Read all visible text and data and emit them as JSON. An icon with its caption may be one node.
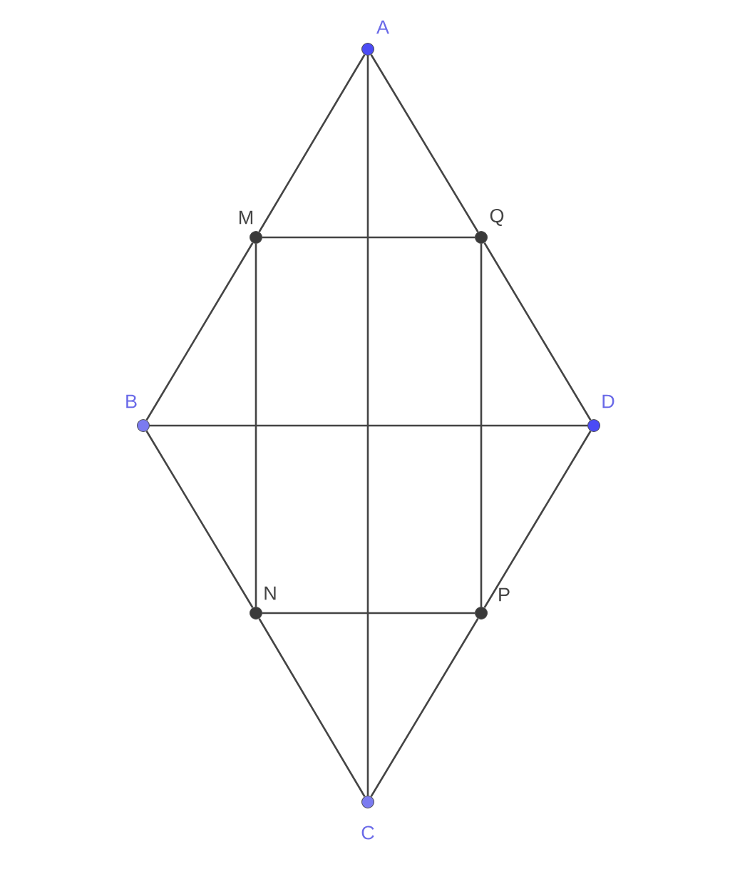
{
  "diagram": {
    "nodes": [
      {
        "text": [
          "A"
        ]
      },
      {
        "text": [
          "B"
        ]
      },
      {
        "text": [
          "C"
        ]
      },
      {
        "text": [
          "D"
        ]
      },
      {
        "text": [
          "M"
        ]
      },
      {
        "text": [
          "N"
        ]
      },
      {
        "text": [
          "P"
        ]
      },
      {
        "text": [
          "Q"
        ]
      }
    ],
    "edges": [
      {
        "from": 0,
        "to": 4,
        "arrow": "none"
      },
      {
        "from": 4,
        "to": 1,
        "arrow": "none"
      },
      {
        "from": 0,
        "to": 7,
        "arrow": "none"
      },
      {
        "from": 7,
        "to": 3,
        "arrow": "none"
      },
      {
        "from": 1,
        "to": 5,
        "arrow": "none"
      },
      {
        "from": 5,
        "to": 2,
        "arrow": "none"
      },
      {
        "from": 3,
        "to": 6,
        "arrow": "none"
      },
      {
        "from": 6,
        "to": 2,
        "arrow": "none"
      },
      {
        "from": 4,
        "to": 7,
        "arrow": "none"
      },
      {
        "from": 5,
        "to": 6,
        "arrow": "none"
      },
      {
        "from": 4,
        "to": 5,
        "arrow": "none"
      },
      {
        "from": 7,
        "to": 6,
        "arrow": "none"
      },
      {
        "from": 0,
        "to": 2,
        "arrow": "none"
      },
      {
        "from": 1,
        "to": 3,
        "arrow": "none"
      }
    ]
  }
}
